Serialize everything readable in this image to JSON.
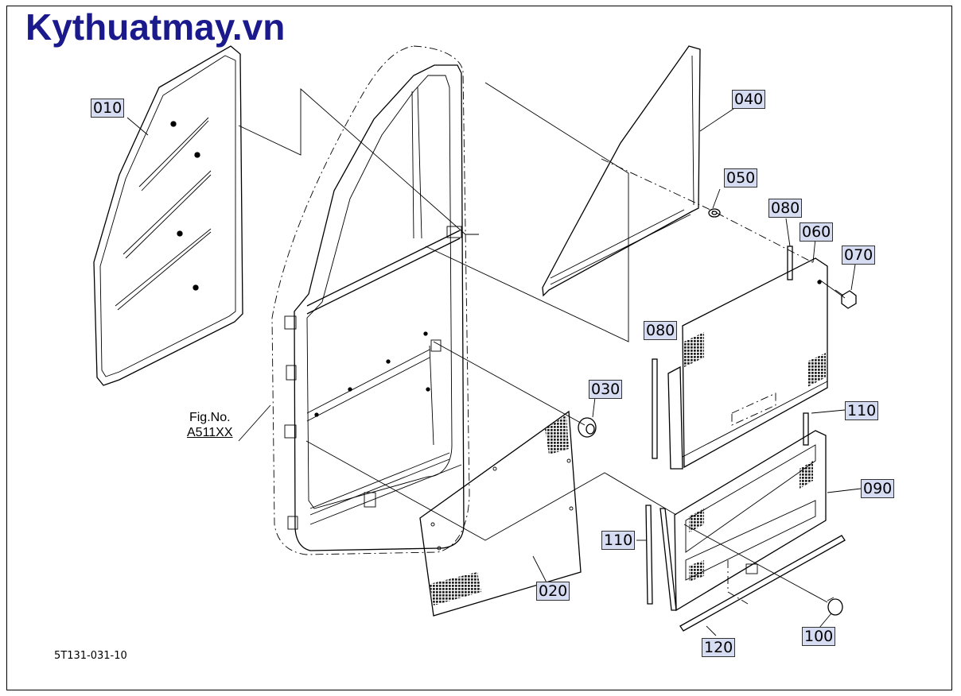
{
  "brand": "Kythuatmay.vn",
  "drawing_code": "5T131-031-10",
  "fig_ref": {
    "line1": "Fig.No.",
    "line2": "A511XX"
  },
  "callouts": {
    "c010": "010",
    "c020": "020",
    "c030": "030",
    "c040": "040",
    "c050": "050",
    "c060": "060",
    "c070": "070",
    "c080_top": "080",
    "c080_mid": "080",
    "c090": "090",
    "c100": "100",
    "c110_right": "110",
    "c110_left": "110",
    "c120": "120"
  },
  "colors": {
    "brand": "#1a1a8c",
    "callout_bg": "#d6dcf2",
    "line": "#000000"
  }
}
